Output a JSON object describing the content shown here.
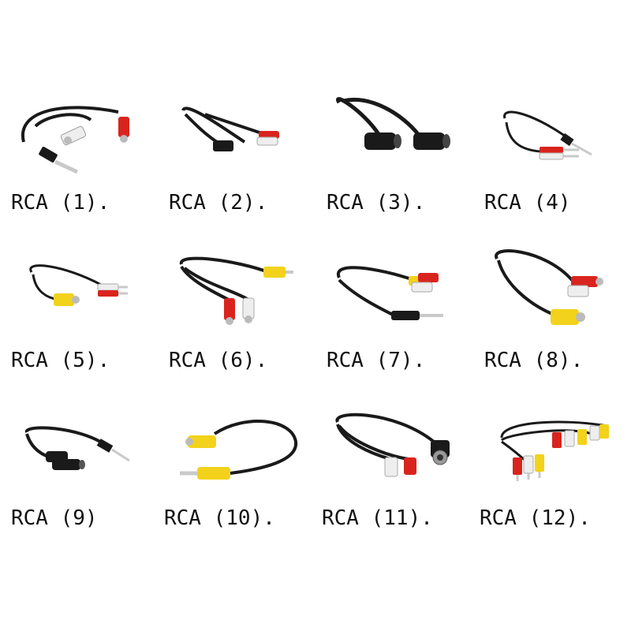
{
  "products": [
    {
      "label": "RCA (1)."
    },
    {
      "label": "RCA (2)."
    },
    {
      "label": "RCA (3)."
    },
    {
      "label": "RCA (4)"
    },
    {
      "label": "RCA (5)."
    },
    {
      "label": "RCA (6)."
    },
    {
      "label": "RCA (7)."
    },
    {
      "label": "RCA (8)."
    },
    {
      "label": "RCA (9)"
    },
    {
      "label": "RCA (10)."
    },
    {
      "label": "RCA (11)."
    },
    {
      "label": "RCA (12)."
    }
  ],
  "colors": {
    "cable": "#1a1a1a",
    "red": "#d9241e",
    "white": "#eeeeee",
    "yellow": "#f2d21a",
    "metal": "#c9c9c9",
    "gold": "#c8a24a"
  }
}
